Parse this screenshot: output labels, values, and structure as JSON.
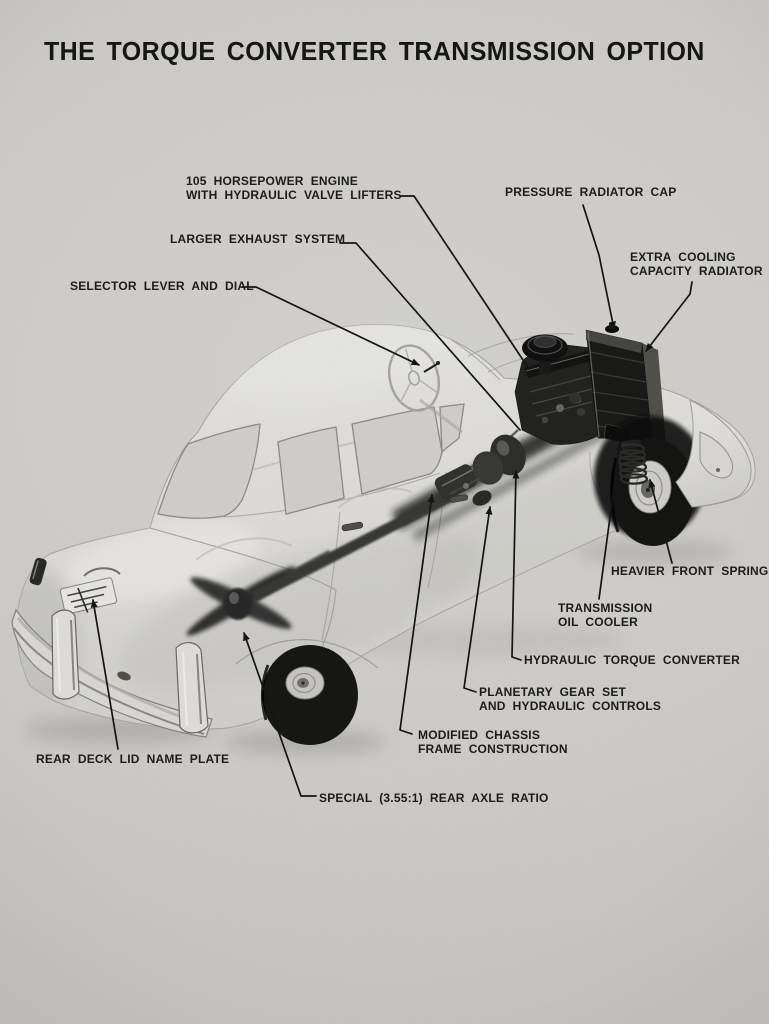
{
  "title": "THE TORQUE CONVERTER TRANSMISSION OPTION",
  "labels": {
    "engine_105hp": "105 HORSEPOWER ENGINE\nWITH HYDRAULIC VALVE LIFTERS",
    "pressure_radiator_cap": "PRESSURE RADIATOR CAP",
    "larger_exhaust": "LARGER EXHAUST SYSTEM",
    "extra_cooling_radiator": "EXTRA COOLING\nCAPACITY RADIATOR",
    "selector_lever": "SELECTOR LEVER AND DIAL",
    "heavier_front_springs": "HEAVIER FRONT SPRINGS",
    "transmission_oil_cooler": "TRANSMISSION\nOIL COOLER",
    "hydraulic_torque_converter": "HYDRAULIC TORQUE CONVERTER",
    "planetary_gear_set": "PLANETARY GEAR SET\nAND HYDRAULIC CONTROLS",
    "modified_chassis": "MODIFIED CHASSIS\nFRAME CONSTRUCTION",
    "rear_deck_name_plate": "REAR DECK LID NAME PLATE",
    "special_rear_axle": "SPECIAL (3.55:1) REAR AXLE RATIO"
  },
  "colors": {
    "paper": "#d7d5d1",
    "ink": "#1b1b1b",
    "car_body": "#e8e7e3",
    "machinery_dark": "#1c1c1a"
  }
}
